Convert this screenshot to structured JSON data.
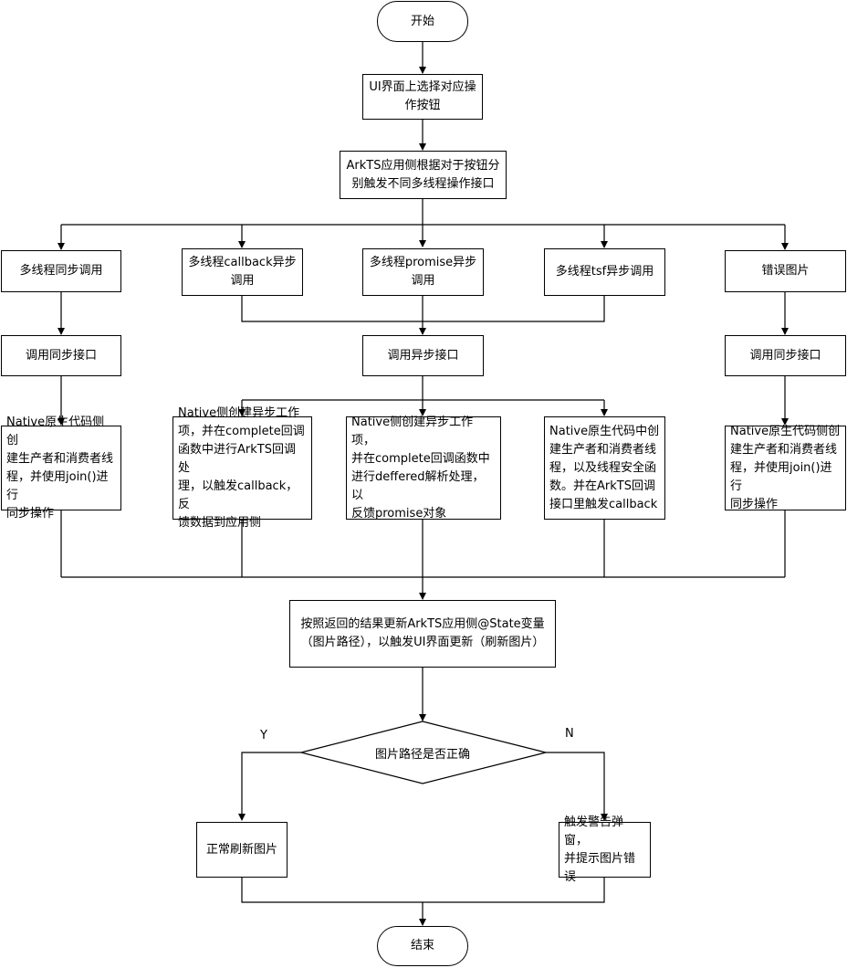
{
  "flowchart": {
    "start": "开始",
    "select_button": "UI界面上选择对应操\n作按钮",
    "dispatch": "ArkTS应用侧根据对于按钮分\n别触发不同多线程操作接口",
    "option_sync": "多线程同步调用",
    "option_callback": "多线程callback异步\n调用",
    "option_promise": "多线程promise异步\n调用",
    "option_tsf": "多线程tsf异步调用",
    "option_error": "错误图片",
    "call_sync_left": "调用同步接口",
    "call_async": "调用异步接口",
    "call_sync_right": "调用同步接口",
    "native_sync_left": "Native原生代码侧创\n建生产者和消费者线\n程，并使用join()进行\n同步操作",
    "native_callback": "Native侧创建异步工作\n项，并在complete回调\n函数中进行ArkTS回调处\n理，以触发callback，反\n馈数据到应用侧",
    "native_promise": "Native侧创建异步工作项，\n并在complete回调函数中\n进行deffered解析处理，以\n反馈promise对象",
    "native_tsf": "Native原生代码中创\n建生产者和消费者线\n程，以及线程安全函\n数。并在ArkTS回调\n接口里触发callback",
    "native_sync_right": "Native原生代码侧创\n建生产者和消费者线\n程，并使用join()进行\n同步操作",
    "update_state": "按照返回的结果更新ArkTS应用侧@State变量\n（图片路径），以触发UI界面更新（刷新图片）",
    "decision": "图片路径是否正确",
    "yes_label": "Y",
    "no_label": "N",
    "refresh_image": "正常刷新图片",
    "error_popup": "触发警告弹窗，\n并提示图片错误",
    "end": "结束"
  }
}
